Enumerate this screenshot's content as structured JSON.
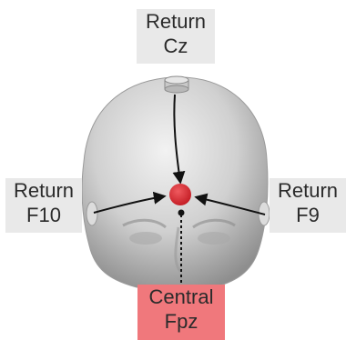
{
  "labels": {
    "cz": {
      "line1": "Return",
      "line2": "Cz"
    },
    "f10": {
      "line1": "Return",
      "line2": "F10"
    },
    "f9": {
      "line1": "Return",
      "line2": "F9"
    },
    "fpz": {
      "line1": "Central",
      "line2": "Fpz"
    }
  },
  "colors": {
    "central_electrode": "#d9262e",
    "central_label_bg": "#f0787c",
    "return_label_bg": "#e9e9e9",
    "head_fill": "#d3d3d3",
    "arrow": "#111111"
  }
}
